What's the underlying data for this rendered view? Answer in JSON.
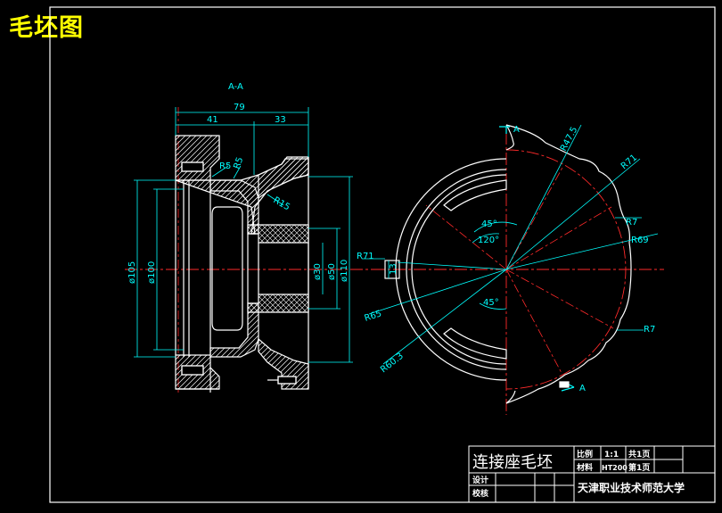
{
  "header": {
    "title": "毛坯图"
  },
  "colors": {
    "outline": "#ffffff",
    "dimension": "#00ffff",
    "center": "#ff2a2a",
    "hatch": "#ffffff",
    "title_text": "#ffff00"
  },
  "section_view": {
    "label": "A-A",
    "dims": {
      "overall_width": "79",
      "left_width": "41",
      "right_width": "33",
      "d105": "ø105",
      "d100": "ø100",
      "d30": "ø30",
      "d50": "ø50",
      "d110": "ø110",
      "r5a": "R5",
      "r5b": "R5",
      "r15": "R15"
    }
  },
  "front_view": {
    "section_mark_top": "A",
    "section_mark_bottom": "A",
    "dims": {
      "r47_5": "R47.5",
      "r71_top": "R71",
      "r7_upper": "R7",
      "r69": "R69",
      "r7_lower": "R7",
      "r71_left": "R71",
      "h13": "13",
      "r65": "R65",
      "r60_3": "R60.3",
      "ang45_top": "45°",
      "ang120": "120°",
      "ang45_bottom": "45°"
    }
  },
  "title_block": {
    "part_name": "连接座毛坯",
    "scale_label": "比例",
    "scale_value": "1:1",
    "sheets_total": "共1页",
    "material_label": "材料",
    "material_value": "HT200",
    "sheet_no": "第1页",
    "designer_label": "设计",
    "checker_label": "校核",
    "organization": "天津职业技术师范大学"
  }
}
